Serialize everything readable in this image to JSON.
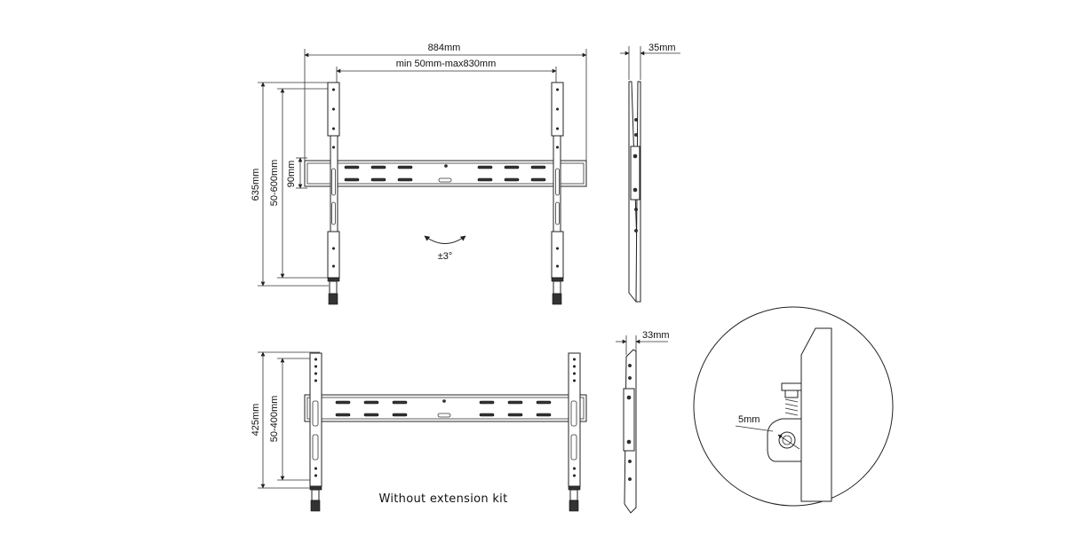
{
  "dimensions": {
    "top_width": "884mm",
    "top_range": "min 50mm-max830mm",
    "top_height": "635mm",
    "top_vesa_height": "50-600mm",
    "rail_height": "90mm",
    "tilt": "±3°",
    "side_depth_top": "35mm",
    "bottom_height": "425mm",
    "bottom_vesa_height": "50-400mm",
    "side_depth_bottom": "33mm",
    "gap": "5mm"
  },
  "captions": {
    "without_kit": "Without extension kit"
  },
  "colors": {
    "line": "#222222",
    "background": "#ffffff"
  }
}
